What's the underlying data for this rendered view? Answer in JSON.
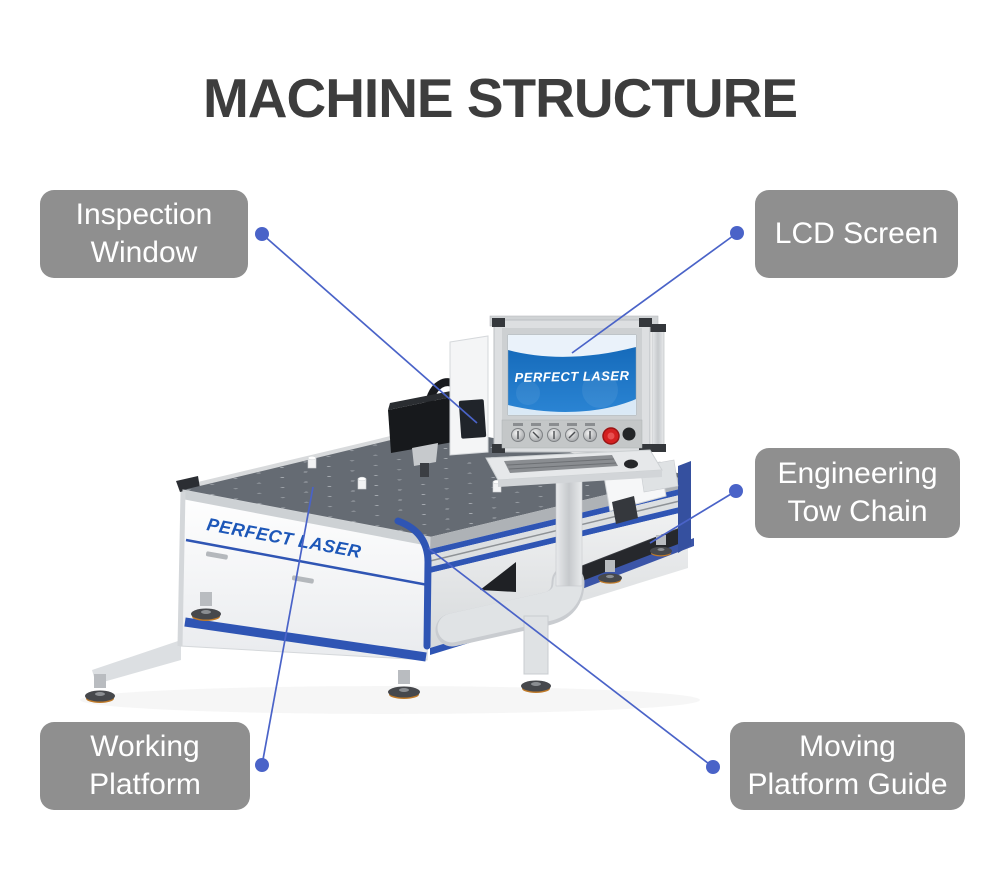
{
  "title": "MACHINE STRUCTURE",
  "callouts": {
    "inspection_window": {
      "line1": "Inspection",
      "line2": "Window"
    },
    "lcd_screen": {
      "line1": "LCD Screen"
    },
    "engineering_tow_chain": {
      "line1": "Engineering",
      "line2": "Tow Chain"
    },
    "working_platform": {
      "line1": "Working",
      "line2": "Platform"
    },
    "moving_platform_guide": {
      "line1": "Moving",
      "line2": "Platform Guide"
    }
  },
  "machine": {
    "side_logo": "PERFECT LASER",
    "screen_logo": "PERFECT LASER"
  },
  "colors": {
    "title_text": "#3d3d3d",
    "label_bg": "#8f8f8f",
    "label_text": "#ffffff",
    "connector_blue": "#4a63c8",
    "machine_blue": "#2f55b4",
    "logo_blue": "#1d57b8",
    "screen_blue": "#1a6dc4",
    "platform_gray": "#656b73",
    "estop_red": "#d42020"
  }
}
